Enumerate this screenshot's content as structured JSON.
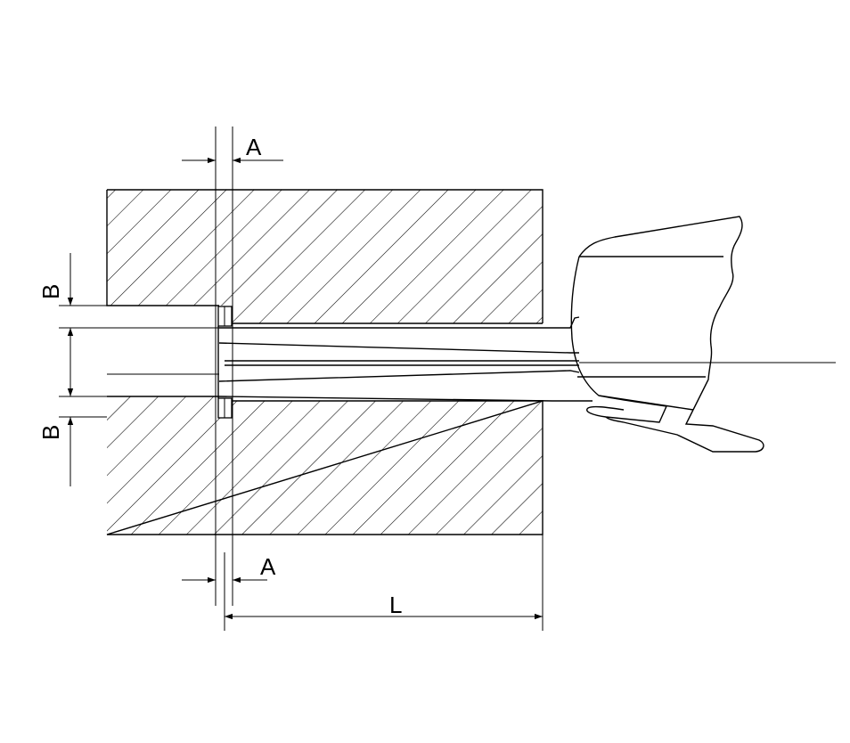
{
  "drawing": {
    "labels": {
      "a_top": "A",
      "a_bottom": "A",
      "b_top": "B",
      "b_bottom": "B",
      "length": "L"
    },
    "colors": {
      "line": "#000000",
      "background": "#ffffff"
    }
  }
}
